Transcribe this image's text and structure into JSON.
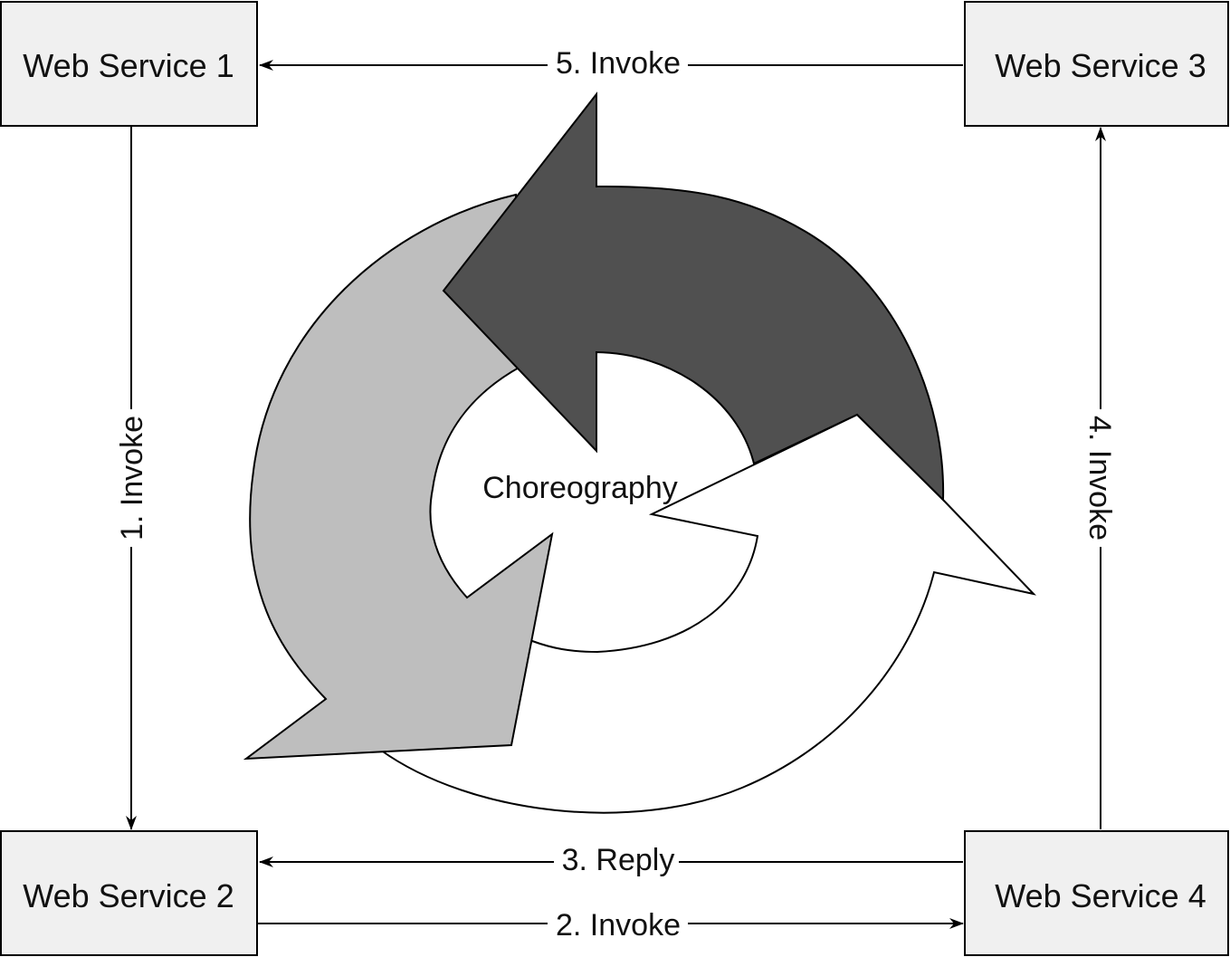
{
  "services": {
    "ws1": "Web Service 1",
    "ws2": "Web Service 2",
    "ws3": "Web Service 3",
    "ws4": "Web Service 4"
  },
  "edges": {
    "e1": "1. Invoke",
    "e2": "2. Invoke",
    "e3": "3. Reply",
    "e4": "4. Invoke",
    "e5": "5. Invoke"
  },
  "center": {
    "label": "Choreography"
  },
  "colors": {
    "box_fill": "#f0f0f0",
    "arrow_light": "#bebebe",
    "arrow_dark": "#505050",
    "arrow_white": "#ffffff"
  }
}
